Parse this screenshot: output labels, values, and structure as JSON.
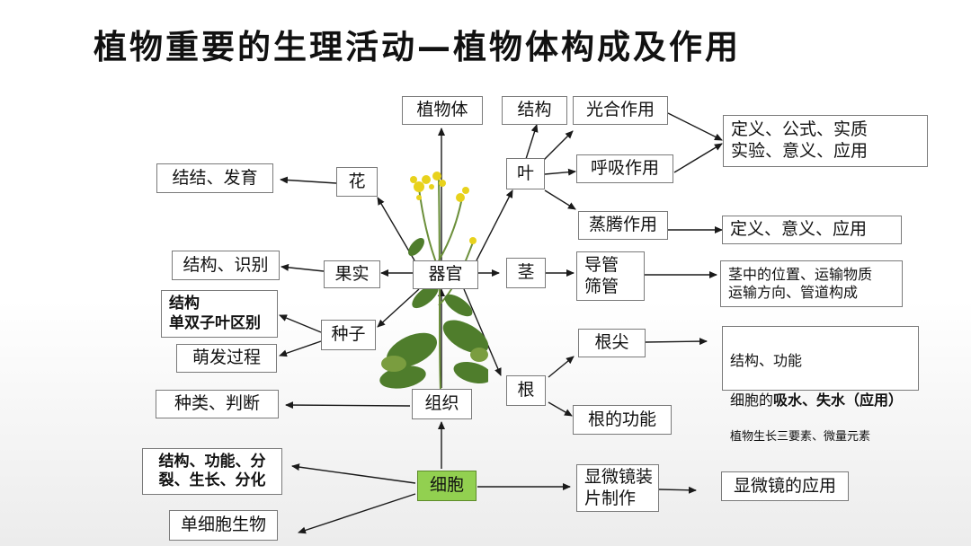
{
  "title": "植物重要的生理活动—植物体构成及作用",
  "nodes": {
    "zhiwuti": "植物体",
    "jiegou_ye": "结构",
    "guanghe": "光合作用",
    "huxi": "呼吸作用",
    "dingyi_gongshi": "定义、公式、实质\n实验、意义、应用",
    "ye": "叶",
    "zhengteng": "蒸腾作用",
    "dingyi_yiyi": "定义、意义、应用",
    "hua": "花",
    "jiejie_fayu": "结结、发育",
    "guoshi": "果实",
    "jiegou_shibie": "结构、识别",
    "qiguan": "器官",
    "jing": "茎",
    "daoguan": "导管\n筛管",
    "jing_info": "茎中的位置、运输物质\n运输方向、管道构成",
    "zhongzi_jiegou": "结构\n单双子叶区别",
    "zhongzi": "种子",
    "mengfa": "萌发过程",
    "genjian": "根尖",
    "gen": "根",
    "gen_gongneng": "根的功能",
    "genjian_info": {
      "line1": "结构、功能",
      "line2_pre": "细胞的",
      "line2_bold": "吸水、失水（应用）",
      "line3": "植物生长三要素、微量元素"
    },
    "zhonglei": "种类、判断",
    "zuzhi": "组织",
    "xibao_jiegou": "结构、功能、分\n裂、生长、分化",
    "xibao": "细胞",
    "xianwei_zhuangpian": "显微镜装\n片制作",
    "xianwei_yingyong": "显微镜的应用",
    "danxibao": "单细胞生物"
  },
  "colors": {
    "cell_fill": "#92d050",
    "arrow": "#1a1a1a"
  },
  "illustration": "rapeseed-plant"
}
